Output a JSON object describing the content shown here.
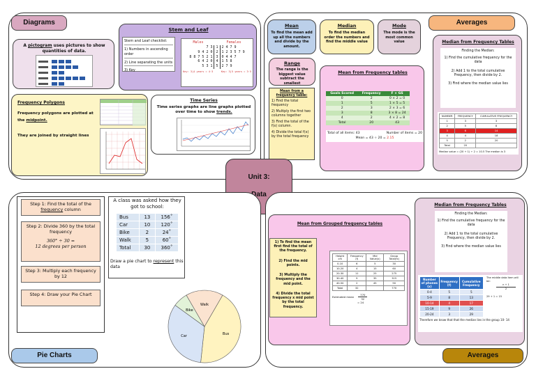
{
  "diagrams": {
    "header": "Diagrams",
    "pictogram": {
      "lead": "A ",
      "word": "pictogram",
      "rest": " uses pictures to show quantities of data."
    },
    "stem_leaf": {
      "title": "Stem and Leaf",
      "checklist_title": "Stem and Leaf checklist:",
      "items": [
        "1) Numbers in ascending order",
        "2) Line separating the units",
        "3) Key"
      ],
      "left_label": "Males",
      "right_label": "Females",
      "rows": [
        [
          "7 3",
          "1",
          "2 4 7 9"
        ],
        [
          "9 4 2 0",
          "2",
          "1 2 3 5 7 9"
        ],
        [
          "8 8 7 5 2 1",
          "3",
          "0 4 4 7"
        ],
        [
          "6 4 2 0",
          "4",
          "1 5 8"
        ],
        [
          "5 3 1",
          "5",
          "2 7 9"
        ]
      ],
      "key_left": "Key: 3|4 years = 4·3",
      "key_right": "Key: 3|5 years = 3·5"
    },
    "freq_poly": {
      "title": "Frequency Polygons",
      "line1a": "Frequency polygons are plotted at the ",
      "line1b": "midpoint.",
      "line2": "They are joined by straight lines"
    },
    "time_series": {
      "title": "Time Series",
      "text_a": "Time series graphs are line graphs plotted over time to show ",
      "text_b": "trends."
    }
  },
  "averages_top": {
    "header": "Averages",
    "mean": {
      "title": "Mean",
      "text": "To find the mean add up all the numbers and divide by the amount."
    },
    "median": {
      "title": "Median",
      "text": "To find the median order the numbers and find the middle value"
    },
    "mode": {
      "title": "Mode",
      "text": "The mode is the most common value"
    },
    "range": {
      "title": "Range",
      "text": "The range is the biggest value subtract the smallest"
    },
    "mft": {
      "title": "Mean from Frequency tables",
      "steps_title": "Mean from a frequency table:",
      "steps": [
        "1) Find the total frequency",
        "2) Multiply the first two columns together",
        "3) Find the total of the f(x) column.",
        "4) Divide the total f(x) by the total frequency"
      ],
      "table_header": [
        "Goals Scored",
        "Frequency",
        "F × GS"
      ],
      "table_rows": [
        [
          "0",
          "2",
          "0 × 2 = 0"
        ],
        [
          "1",
          "5",
          "1 × 5 = 5"
        ],
        [
          "2",
          "3",
          "2 × 3 = 6"
        ],
        [
          "3",
          "8",
          "3 × 8 = 24"
        ],
        [
          "4",
          "2",
          "4 × 2 = 8"
        ],
        [
          "Total",
          "20",
          "43"
        ]
      ],
      "total_goals": "Total of all items: 43",
      "num_items": "Number of items = 20",
      "mean_a": "Mean = 43 ÷ 20 = ",
      "mean_b": "2.15"
    },
    "median_ft": {
      "title": "Median from Frequency Tables",
      "steps": [
        "Finding the Median:",
        "1) Find the cumulative frequency for the data",
        "2) Add 1 to the total cumulative Frequency, then divide by 2.",
        "3) Find where the median value lies"
      ],
      "table_header": [
        "NUMBER",
        "FREQUENCY",
        "CUMULATIVE FREQUENCY"
      ],
      "table_rows": [
        [
          "1",
          "3",
          "3"
        ],
        [
          "2",
          "5",
          "8"
        ],
        [
          "3",
          "6",
          "14"
        ],
        [
          "4",
          "4",
          "18"
        ],
        [
          "5",
          "2",
          "20"
        ],
        [
          "Total",
          "20",
          ""
        ]
      ],
      "footer": "Median value = (20 + 1) ÷ 2 = 10.5   The median is 3"
    }
  },
  "center": {
    "line1": "Unit 3:",
    "line2": "Data"
  },
  "pie": {
    "header": "Pie Charts",
    "steps": [
      {
        "a": "Step 1: Find the total of the ",
        "u": "frequency",
        "b": " column"
      },
      {
        "a": "Step 2: Divide 360 by the total frequency",
        "u": "",
        "b": ""
      },
      {
        "a": "Step 3: Multiply each frequency by 12",
        "u": "",
        "b": ""
      },
      {
        "a": "Step 4: Draw your Pie Chart",
        "u": "",
        "b": ""
      }
    ],
    "formula1": "360° ÷ 30 =",
    "formula2": "12 degrees per person",
    "question": "A class was asked how they got to school:",
    "table_rows": [
      [
        "Bus",
        "13",
        "156˚"
      ],
      [
        "Car",
        "10",
        "120˚"
      ],
      [
        "Bike",
        "2",
        "24˚"
      ],
      [
        "Walk",
        "5",
        "60˚"
      ],
      [
        "Total",
        "30",
        "360˚"
      ]
    ],
    "draw_a": "Draw a pie chart to ",
    "draw_u": "represent",
    "draw_b": " this data",
    "chart_data": {
      "type": "pie",
      "categories": [
        "Bus",
        "Car",
        "Bike",
        "Walk"
      ],
      "values": [
        156,
        120,
        24,
        60
      ],
      "colors": [
        "#fff3c0",
        "#d8e4f6",
        "#e2f2d8",
        "#fbe3d0"
      ]
    }
  },
  "averages_bottom": {
    "header": "Averages",
    "grouped": {
      "title": "Mean from Grouped frequency tables",
      "steps": [
        "1) To find the mean first find the total of the frequency.",
        "2) Find the mid points.",
        "3) Multiply the frequency and the mid point.",
        "4) Divide the total frequency x mid point by the total frequency."
      ],
      "table_header": [
        "Height cm",
        "Frequency (f)",
        "Mid Value(x)",
        "Group Total(fx)"
      ],
      "table_rows": [
        [
          "0-10",
          "6",
          "5",
          "30"
        ],
        [
          "10-20",
          "4",
          "15",
          "60"
        ],
        [
          "20-30",
          "11",
          "25",
          "275"
        ],
        [
          "30-40",
          "9",
          "35",
          "315"
        ],
        [
          "40-50",
          "2",
          "45",
          "90"
        ],
        [
          "Total",
          "32",
          "",
          "770"
        ]
      ],
      "est_label": "Estimated mean",
      "est_num": "770",
      "est_den": "32",
      "est_res": "= 24"
    },
    "median_ft": {
      "title": "Median from Frequency Tables",
      "steps": [
        "Finding the Median:",
        "1) Find the cumulative frequency for the data",
        "2) Add 1 to the total cumulative Frequency, then divide by 2.",
        "3) Find where the median value lies"
      ],
      "table_header": [
        "Number of phones (x)",
        "Frequency (f)",
        "Cumulative Frequency"
      ],
      "table_rows": [
        [
          "0-4",
          "5",
          "5"
        ],
        [
          "5-9",
          "8",
          "13"
        ],
        [
          "10-14",
          "4",
          "17"
        ],
        [
          "15-19",
          "9",
          "26"
        ],
        [
          "20-24",
          "3",
          "29"
        ]
      ],
      "side_a": "The middle data item will be:",
      "side_b": "n + 1",
      "side_c": "2",
      "side_d": "29 + 1 = 15",
      "footer": "Therefore we know that that the median lies in the group 10- 14"
    }
  }
}
